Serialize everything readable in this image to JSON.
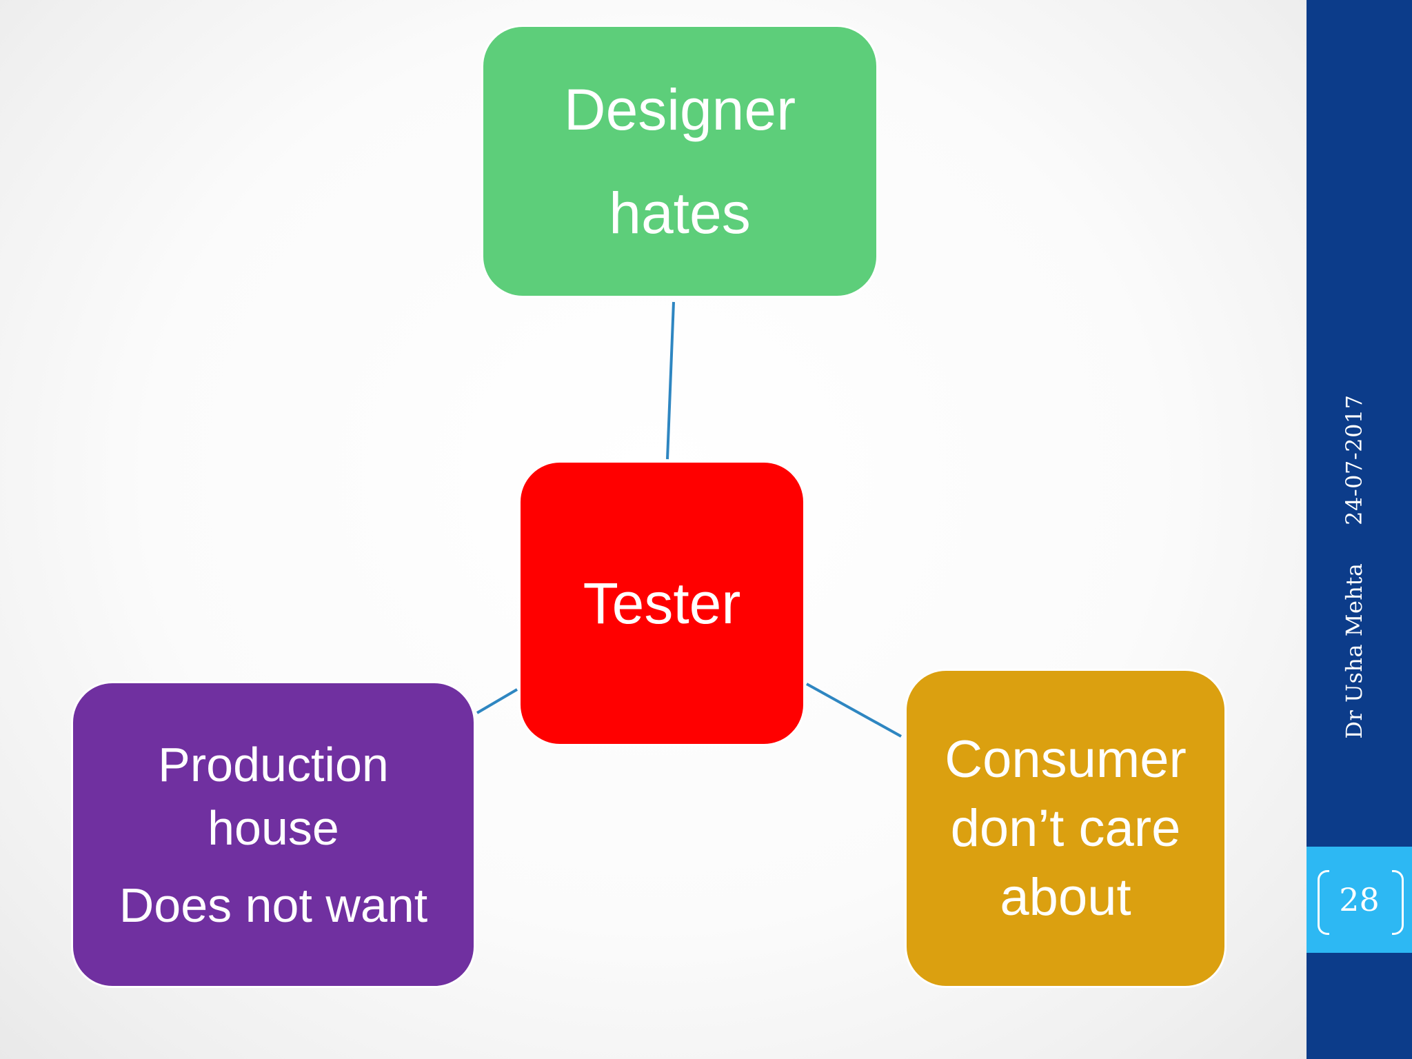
{
  "diagram": {
    "nodes": {
      "designer": {
        "lines": [
          "Designer",
          "hates"
        ],
        "color": "#5dce7a"
      },
      "tester": {
        "lines": [
          "Tester"
        ],
        "color": "#ff0000"
      },
      "production": {
        "lines": [
          "Production",
          "house",
          "Does not want"
        ],
        "color": "#7030a0"
      },
      "consumer": {
        "lines": [
          "Consumer",
          "don’t care",
          "about"
        ],
        "color": "#dba010"
      }
    },
    "connector_color": "#2e86c1"
  },
  "footer": {
    "author": "Dr Usha Mehta",
    "date": "24-07-2017",
    "page_number": "28"
  },
  "theme": {
    "sidebar_color": "#0c3c8a",
    "page_tab_color": "#2db8f3"
  }
}
